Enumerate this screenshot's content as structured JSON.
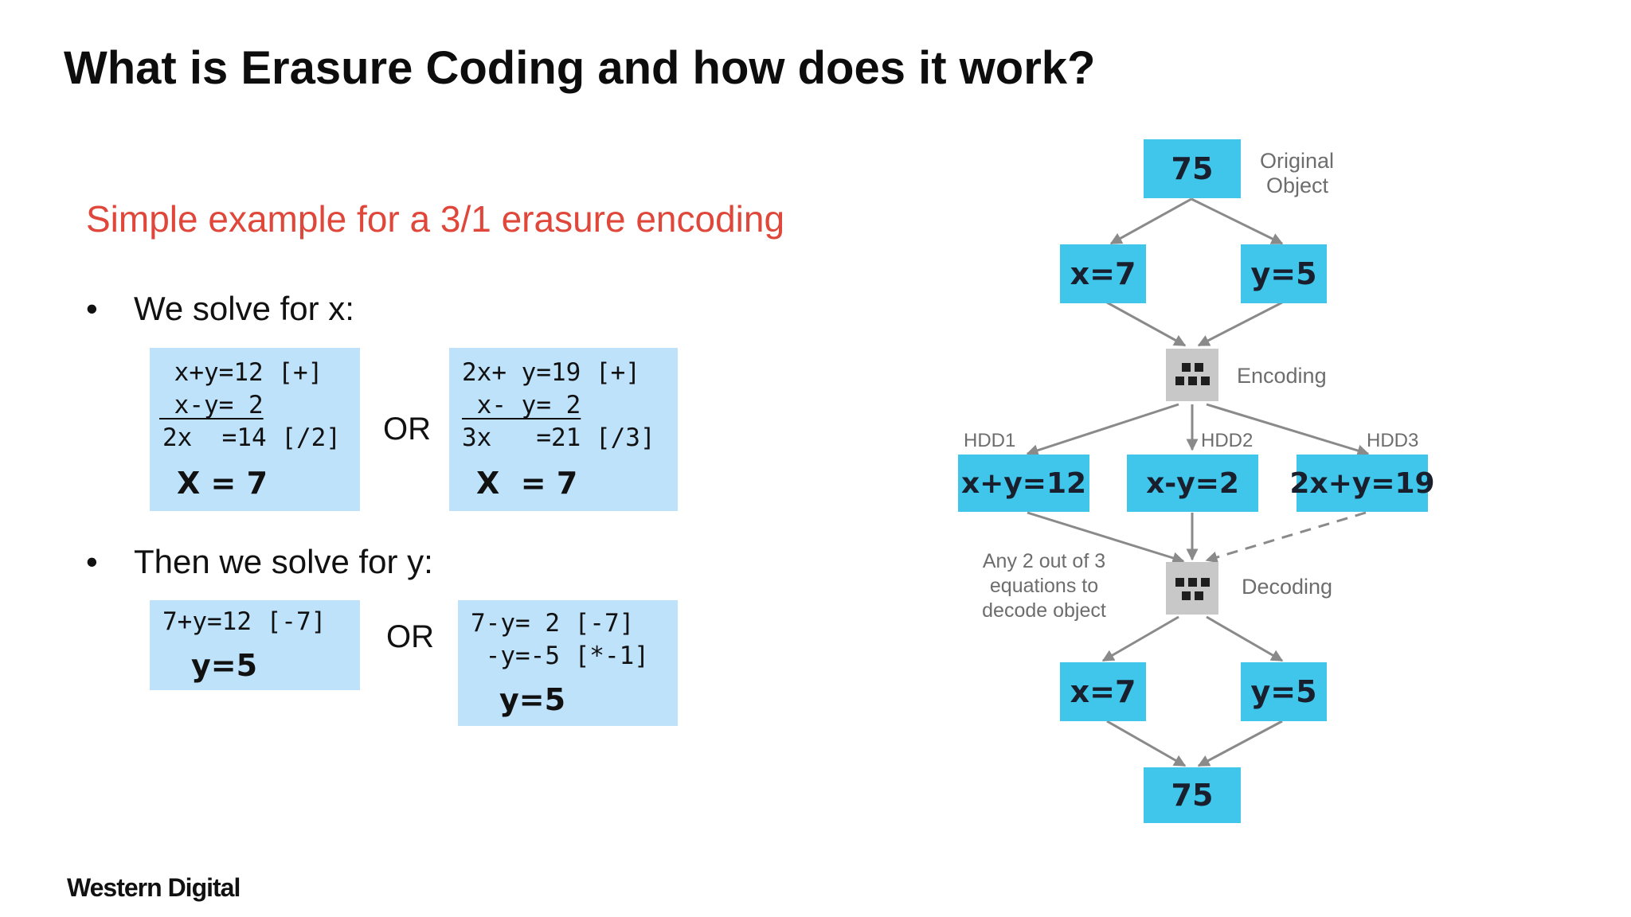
{
  "slide": {
    "title": "What is Erasure Coding and how does it work?",
    "subtitle": "Simple example for a 3/1 erasure encoding",
    "bullet1": "We solve for x:",
    "bullet2": "Then we solve for y:",
    "bullet_glyph": "•",
    "or_label": "OR",
    "box_x_left": {
      "line1": " x+y=12 [+]",
      "line2": " x-y= 2",
      "line3": "2x  =14 [/2]",
      "result": "X = 7"
    },
    "box_x_right": {
      "line1": "2x+ y=19 [+]",
      "line2": " x- y= 2",
      "line3": "3x   =21 [/3]",
      "result": "X  = 7"
    },
    "box_y_left": {
      "line1": "7+y=12 [-7]",
      "result": "y=5"
    },
    "box_y_right": {
      "line1": "7-y= 2 [-7]",
      "line2": " -y=-5 [*-1]",
      "result": "y=5"
    },
    "logo": "Western Digital"
  },
  "diagram": {
    "colors": {
      "node": "#3fc6ea",
      "arrow": "#8a8a8a",
      "process": "#c8c8c8"
    },
    "top_node": "75",
    "top_label": [
      "Original",
      "Object"
    ],
    "split_x": "x=7",
    "split_y": "y=5",
    "encoding_label": "Encoding",
    "hdd_labels": [
      "HDD1",
      "HDD2",
      "HDD3"
    ],
    "hdd_nodes": [
      "x+y=12",
      "x-y=2",
      "2x+y=19"
    ],
    "any_note": [
      "Any 2 out of 3",
      "equations to",
      "decode object"
    ],
    "decoding_label": "Decoding",
    "decoded_x": "x=7",
    "decoded_y": "y=5",
    "bottom_node": "75"
  }
}
